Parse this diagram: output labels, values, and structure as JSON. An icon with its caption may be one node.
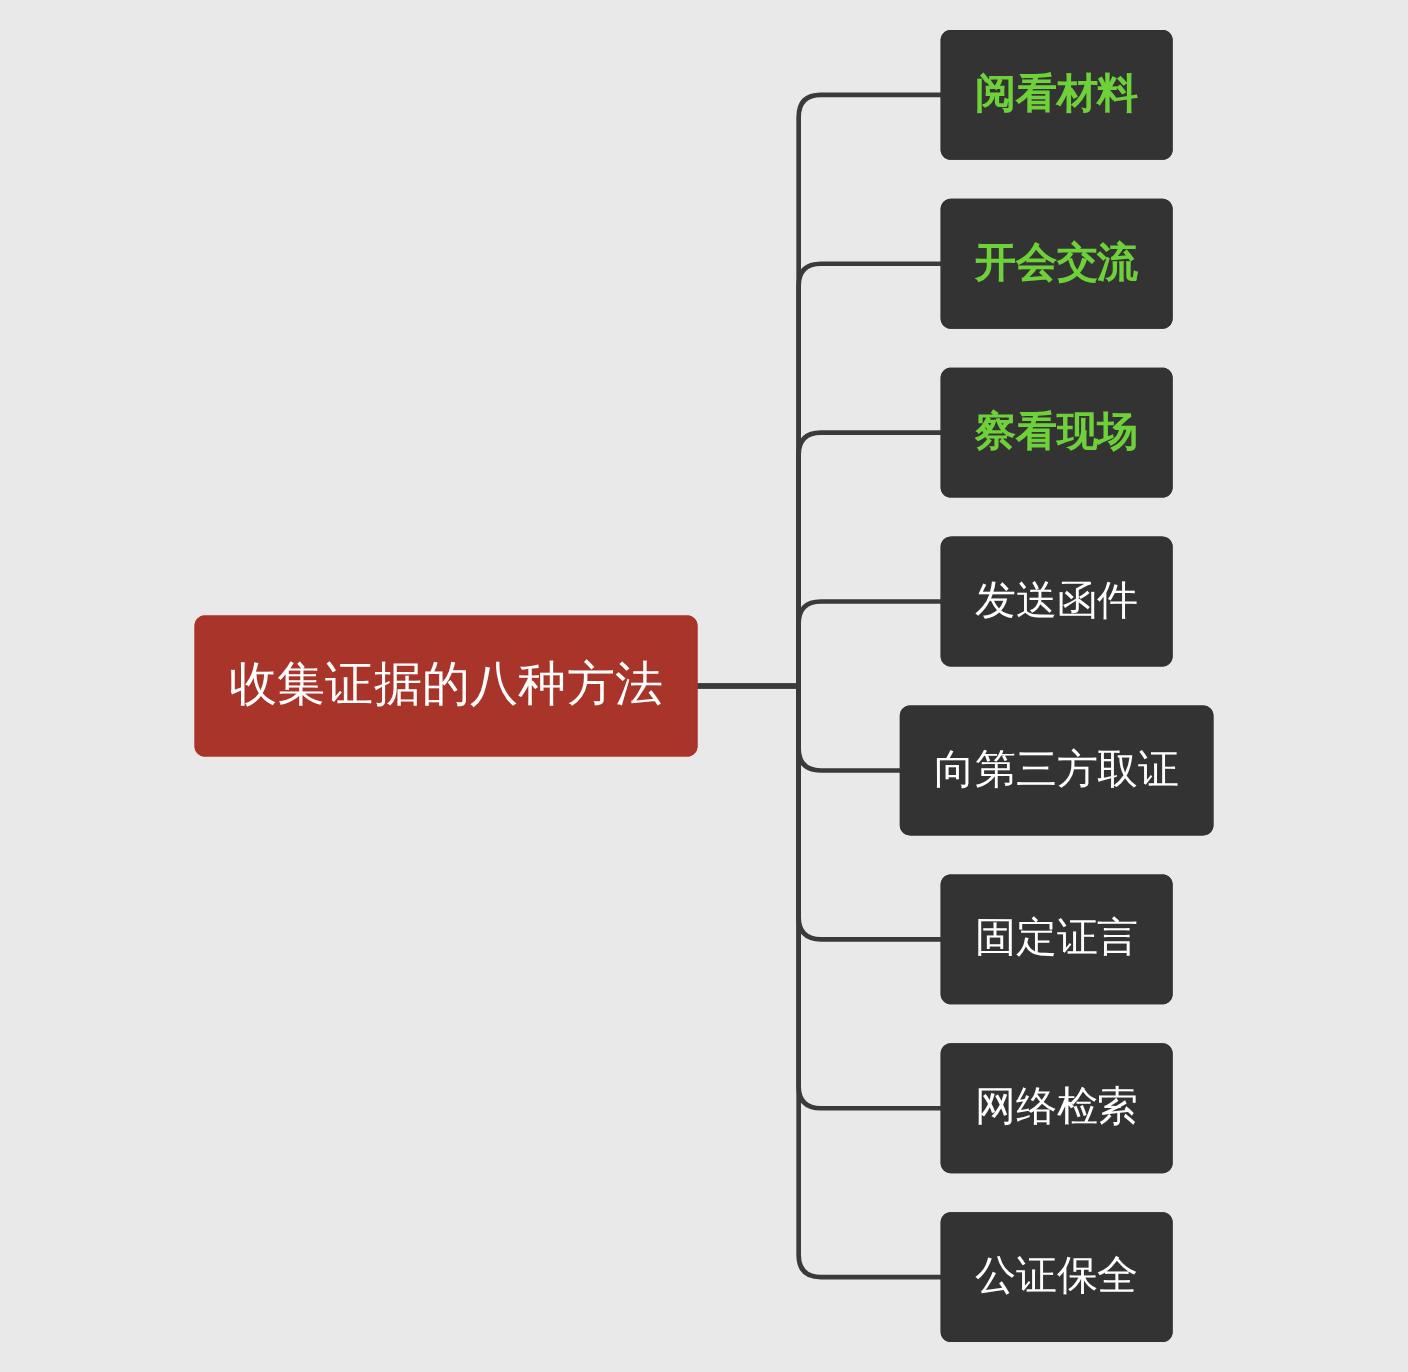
{
  "diagram": {
    "nodes": [
      {
        "text": [
          "收集证据的八种方法"
        ]
      },
      {
        "text": [
          "阅看材料"
        ]
      },
      {
        "text": [
          "开会交流"
        ]
      },
      {
        "text": [
          "察看现场"
        ]
      },
      {
        "text": [
          "发送函件"
        ]
      },
      {
        "text": [
          "向第三方取证"
        ]
      },
      {
        "text": [
          "固定证言"
        ]
      },
      {
        "text": [
          "网络检索"
        ]
      },
      {
        "text": [
          "公证保全"
        ]
      }
    ],
    "edges": [
      {
        "from": 0,
        "to": 1,
        "arrow": "none"
      },
      {
        "from": 0,
        "to": 2,
        "arrow": "none"
      },
      {
        "from": 0,
        "to": 3,
        "arrow": "none"
      },
      {
        "from": 0,
        "to": 4,
        "arrow": "none"
      },
      {
        "from": 0,
        "to": 5,
        "arrow": "none"
      },
      {
        "from": 0,
        "to": 6,
        "arrow": "none"
      },
      {
        "from": 0,
        "to": 7,
        "arrow": "none"
      },
      {
        "from": 0,
        "to": 8,
        "arrow": "none"
      }
    ]
  }
}
